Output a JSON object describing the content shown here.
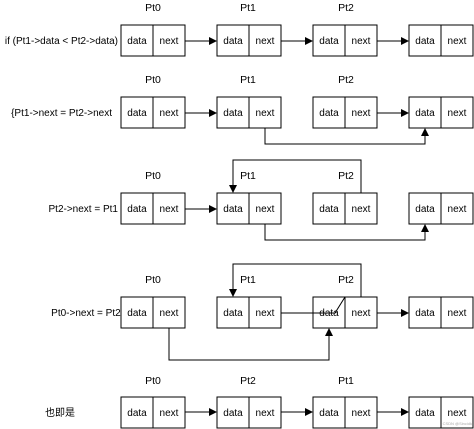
{
  "cell_labels": {
    "data": "data",
    "next": "next"
  },
  "watermark": "CSDN @Sincidk",
  "steps": [
    {
      "condition": "if (Pt1->data < Pt2->data)",
      "pointers": [
        "Pt0",
        "Pt1",
        "Pt2"
      ]
    },
    {
      "condition": "{Pt1->next = Pt2->next",
      "pointers": [
        "Pt0",
        "Pt1",
        "Pt2"
      ]
    },
    {
      "condition": "Pt2->next = Pt1",
      "pointers": [
        "Pt0",
        "Pt1",
        "Pt2"
      ]
    },
    {
      "condition": "Pt0->next = Pt2}",
      "pointers": [
        "Pt0",
        "Pt1",
        "Pt2"
      ]
    },
    {
      "condition": "也即是",
      "pointers": [
        "Pt0",
        "Pt2",
        "Pt1"
      ]
    }
  ]
}
